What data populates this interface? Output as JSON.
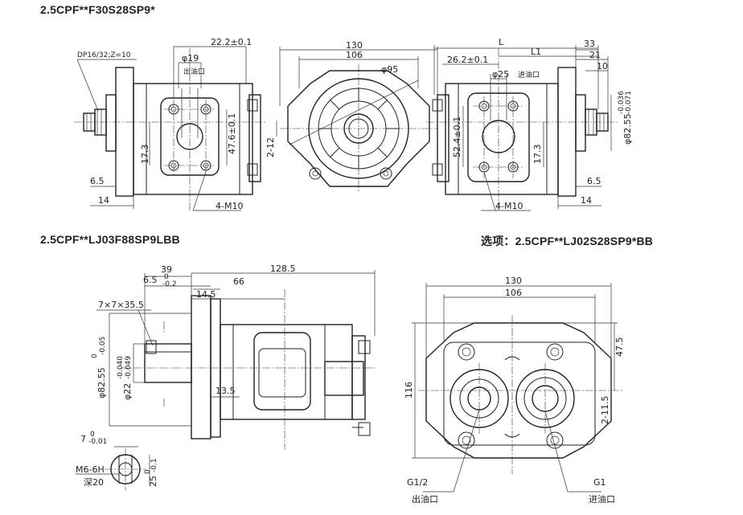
{
  "titles": {
    "top": "2.5CPF**F30S28SP9*",
    "bottom_left": "2.5CPF**LJ03F88SP9LBB",
    "bottom_right": "选项：2.5CPF**LJ02S28SP9*BB"
  },
  "top_left_view": {
    "spline": "DP16/32;Z=10",
    "d22": "22.2±0.1",
    "phi19": "φ19",
    "outlet": "出油口",
    "d476": "47.6±0.1",
    "d173": "17.3",
    "d65": "6.5",
    "d14": "14",
    "bolts": "4-M10"
  },
  "top_front_view": {
    "w130": "130",
    "w106": "106",
    "phi95": "φ95",
    "d212": "2-12"
  },
  "top_right_view": {
    "L": "L",
    "L1": "L1",
    "d33": "33",
    "d21": "21",
    "d10": "10",
    "d262": "26.2±0.1",
    "phi25": "φ25",
    "inlet": "进油口",
    "d524": "52.4±0.1",
    "d173": "17.3",
    "phi8255": "φ82.55",
    "tol_top": "-0.036",
    "tol_bot": "-0.071",
    "d65": "6.5",
    "d14": "14",
    "bolts": "4-M10"
  },
  "bottom_left_view": {
    "d39": "39",
    "d1285": "128.5",
    "d65": "6.5",
    "tol0": "0",
    "tolm02": "-0.2",
    "d66": "66",
    "d145": "14.5",
    "key": "7×7×35.5",
    "phi8255": "φ82.55",
    "tol_a": "0",
    "tol_b": "-0.05",
    "phi22": "φ22",
    "tol_c": "-0.040",
    "tol_d": "-0.049",
    "d135": "13.5",
    "d7": "7",
    "tol_e": "0",
    "tol_f": "-0.01",
    "thread": "M6-6H",
    "depth": "深20",
    "d25": "25",
    "tol_g": "0",
    "tol_h": "-0.1"
  },
  "bottom_right_view": {
    "w130": "130",
    "w106": "106",
    "h116": "116",
    "d475": "47.5",
    "d2115": "2-11.5",
    "g12": "G1/2",
    "outlet": "出油口",
    "g1": "G1",
    "inlet": "进油口"
  }
}
